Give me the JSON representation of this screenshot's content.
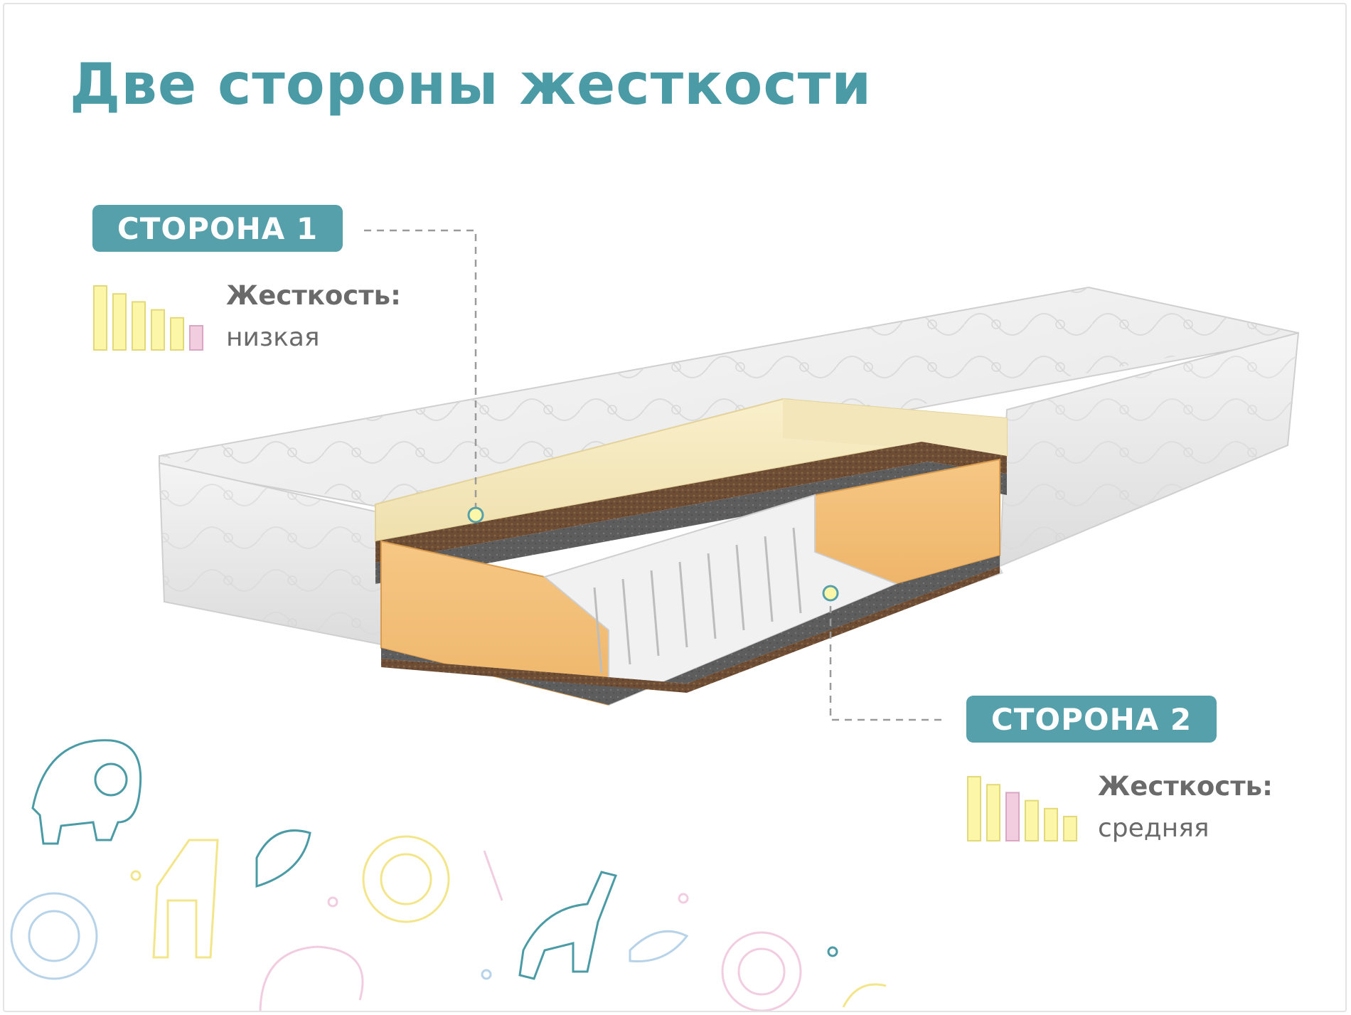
{
  "title": "Две стороны жесткости",
  "side1": {
    "label": "СТОРОНА 1",
    "firmness_label": "Жесткость:",
    "firmness_value": "низкая",
    "level": 6,
    "scale_size": 6
  },
  "side2": {
    "label": "СТОРОНА 2",
    "firmness_label": "Жесткость:",
    "firmness_value": "средняя",
    "level": 3,
    "scale_size": 6
  },
  "colors": {
    "accent": "#55a0ab",
    "title": "#4a9ba5",
    "bar_inactive": "#fbf6a8",
    "bar_inactive_stroke": "#e3d97a",
    "bar_active": "#f2cde0",
    "bar_active_stroke": "#d9a6c3"
  }
}
